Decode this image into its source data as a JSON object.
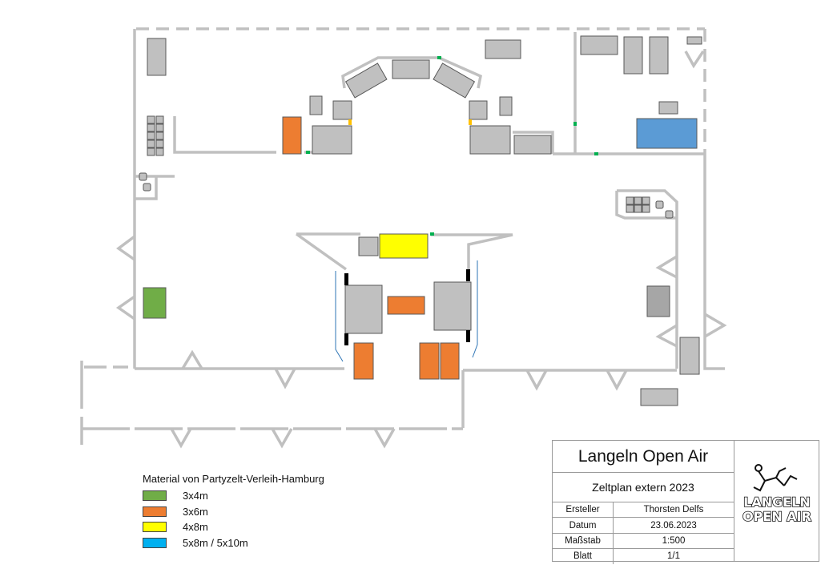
{
  "plan": {
    "colors": {
      "wall": "#c0c0c0",
      "object": "#c0c0c0",
      "object_border": "#595959",
      "green": "#70ad47",
      "orange": "#ed7d31",
      "yellow": "#ffff00",
      "blue": "#5b9bd5",
      "door_green": "#00b050",
      "door_yellow": "#ffc000",
      "black": "#000000"
    }
  },
  "legend": {
    "title": "Material von Partyzelt-Verleih-Hamburg",
    "items": [
      {
        "label": "3x4m",
        "color": "#70ad47"
      },
      {
        "label": "3x6m",
        "color": "#ed7d31"
      },
      {
        "label": "4x8m",
        "color": "#ffff00"
      },
      {
        "label": "5x8m / 5x10m",
        "color": "#00b0f0"
      }
    ]
  },
  "title_block": {
    "title": "Langeln Open Air",
    "subtitle": "Zeltplan extern 2023",
    "rows": [
      {
        "key": "Ersteller",
        "value": "Thorsten Delfs"
      },
      {
        "key": "Datum",
        "value": "23.06.2023"
      },
      {
        "key": "Maßstab",
        "value": "1:500"
      },
      {
        "key": "Blatt",
        "value": "1/1"
      }
    ],
    "logo_text_line1": "LANGELN",
    "logo_text_line2": "OPEN AIR"
  }
}
